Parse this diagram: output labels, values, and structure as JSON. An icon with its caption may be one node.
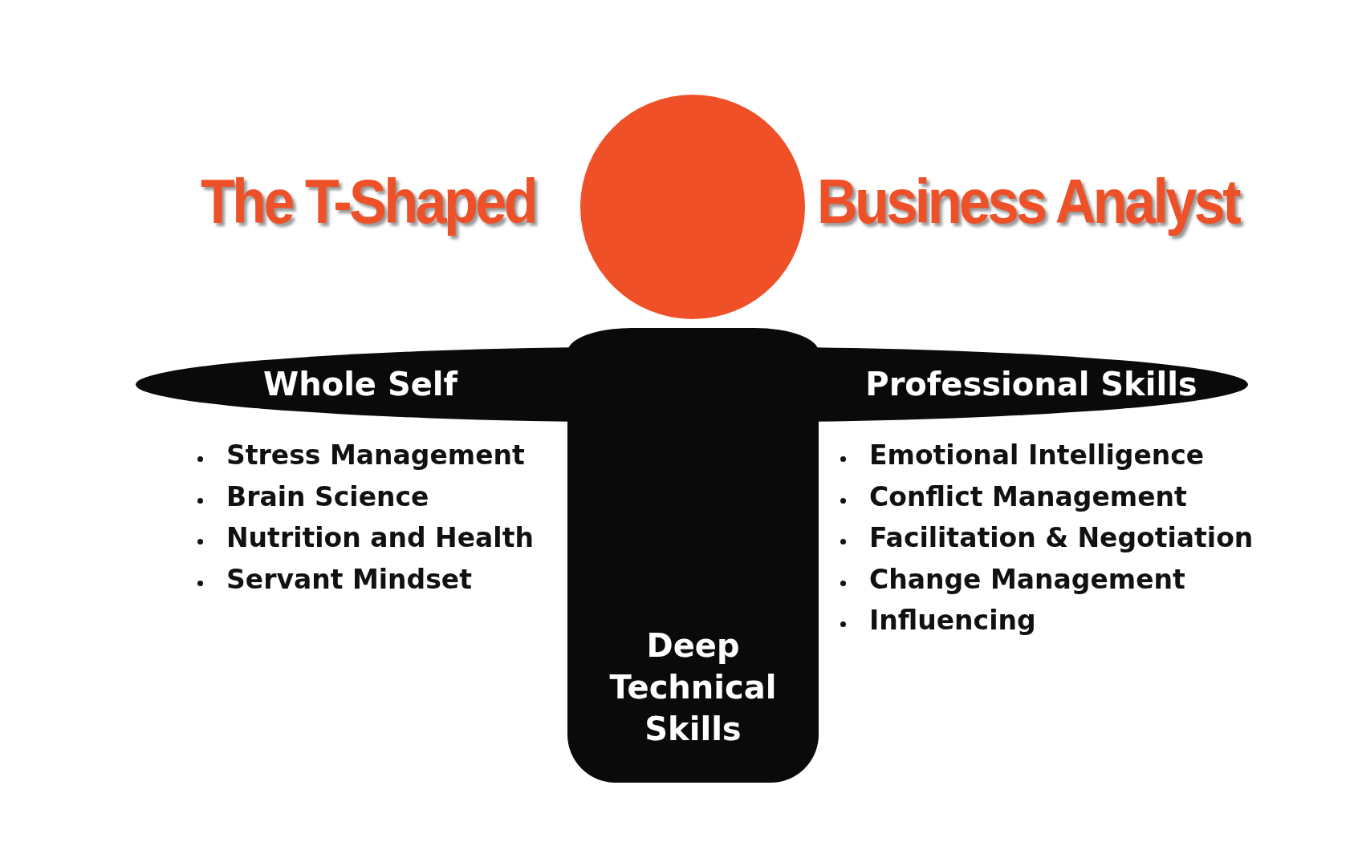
{
  "diagram": {
    "nodes": [
      {
        "text": [],
        "shape": "circle"
      },
      {
        "text": [
          "Whole Self",
          "Professional Skills"
        ]
      },
      {
        "text": [
          "Deep Technical Skills"
        ]
      }
    ],
    "edges": [],
    "labels": [
      "The T-Shaped",
      "Business Analyst",
      "Stress Management",
      "Brain Science",
      "Nutrition and Health",
      "Servant Mindset",
      "Emotional Intelligence",
      "Conflict Management",
      "Facilitation & Negotiation",
      "Change Management",
      "Influencing"
    ]
  }
}
